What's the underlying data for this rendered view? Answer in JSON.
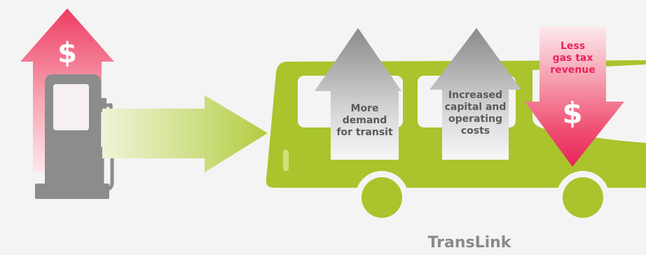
{
  "labels": {
    "pump_price_symbol": "$",
    "more_demand": [
      "More",
      "demand",
      "for transit"
    ],
    "increased_costs": [
      "Increased",
      "capital and",
      "operating",
      "costs"
    ],
    "less_gas_tax": [
      "Less",
      "gas tax",
      "revenue"
    ],
    "gas_tax_symbol": "$",
    "caption": "TransLink"
  },
  "colors": {
    "bus": "#a9c42c",
    "pump": "#8c8c8c",
    "up_arrow_grey": "#8e8e8e",
    "price_arrow": "#ee3b63",
    "tax_text": "#e8245a",
    "background": "#f4f4f4"
  }
}
